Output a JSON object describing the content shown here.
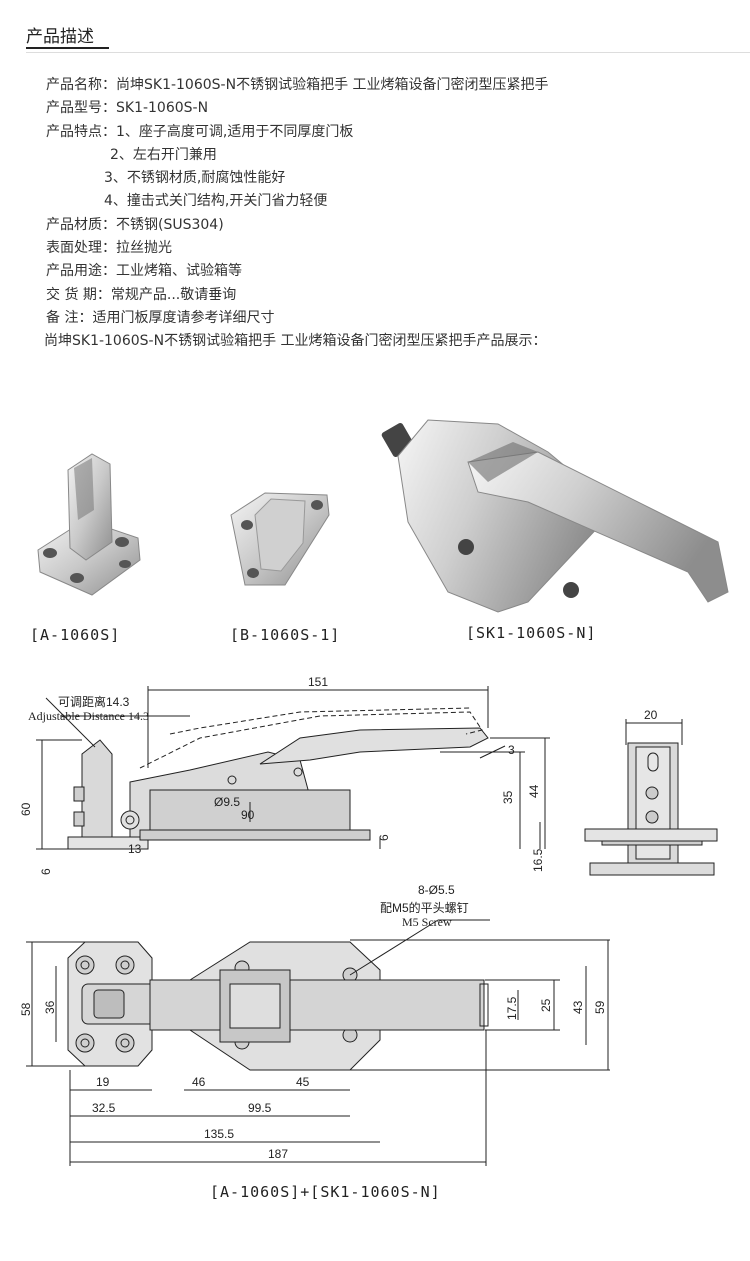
{
  "header": {
    "title": "产品描述"
  },
  "description": {
    "lines": [
      "产品名称：尚坤SK1-1060S-N不锈钢试验箱把手 工业烤箱设备门密闭型压紧把手",
      "产品型号：SK1-1060S-N",
      "产品特点：1、座子高度可调,适用于不同厚度门板",
      "2、左右开门兼用",
      "3、不锈钢材质,耐腐蚀性能好",
      "4、撞击式关门结构,开关门省力轻便",
      "产品材质：不锈钢(SUS304)",
      "表面处理：拉丝抛光",
      "产品用途：工业烤箱、试验箱等",
      "交 货 期：常规产品...敬请垂询",
      "备    注：适用门板厚度请参考详细尺寸",
      "尚坤SK1-1060S-N不锈钢试验箱把手 工业烤箱设备门密闭型压紧把手产品展示："
    ]
  },
  "photos": {
    "caption_a": "[A-1060S]",
    "caption_b": "[B-1060S-1]",
    "caption_sk": "[SK1-1060S-N]"
  },
  "drawing": {
    "side": {
      "adjust_cn": "可调距离14.3",
      "adjust_en": "Adjustable Distance 14.3",
      "d151": "151",
      "d3": "3",
      "d35": "35",
      "d44": "44",
      "d60": "60",
      "d6a": "6",
      "d6b": "6",
      "d13": "13",
      "d90": "90",
      "dphi": "Ø9.5",
      "d165": "16.5"
    },
    "end": {
      "d20": "20"
    },
    "top": {
      "hole": "8-Ø5.5",
      "screw_cn": "配M5的平头螺钉",
      "screw_en": "M5 Screw",
      "d58": "58",
      "d36": "36",
      "d175": "17.5",
      "d25": "25",
      "d43": "43",
      "d59": "59",
      "d19": "19",
      "d46": "46",
      "d45": "45",
      "d325": "32.5",
      "d995": "99.5",
      "d1355": "135.5",
      "d187": "187"
    },
    "caption": "[A-1060S]+[SK1-1060S-N]"
  },
  "colors": {
    "metal_light": "#e8e8e8",
    "metal_dark": "#9a9a9a",
    "line": "#222222"
  }
}
